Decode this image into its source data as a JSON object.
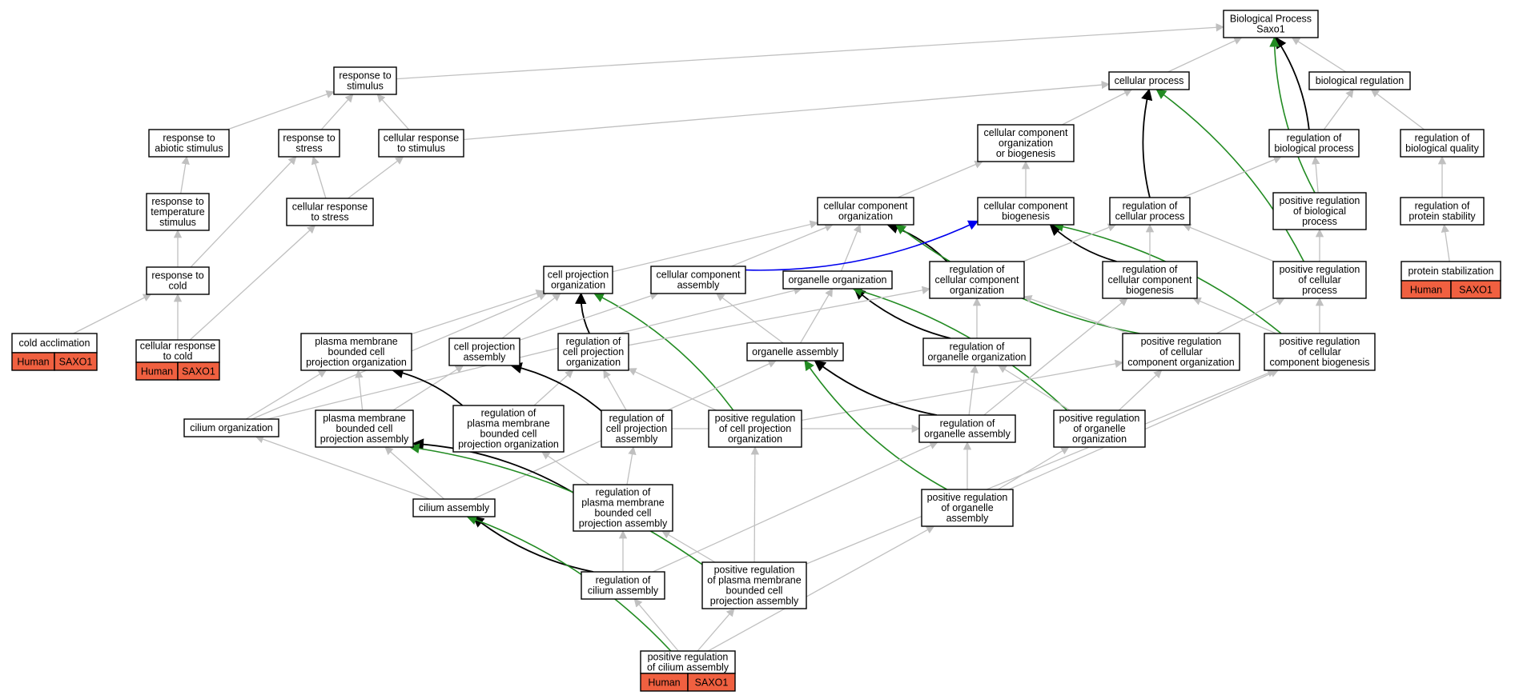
{
  "graph": {
    "colors": {
      "gray_edge": "#c0c0c0",
      "black_edge": "#000000",
      "green_edge": "#228b22",
      "blue_edge": "#0000ee",
      "annotation_fill": "#f06040"
    },
    "nodes": [
      {
        "id": "bp",
        "lines": [
          "Biological Process",
          "Saxo1"
        ]
      },
      {
        "id": "cp",
        "lines": [
          "cellular process"
        ]
      },
      {
        "id": "breg",
        "lines": [
          "biological regulation"
        ]
      },
      {
        "id": "rts",
        "lines": [
          "response to",
          "stimulus"
        ]
      },
      {
        "id": "rabs",
        "lines": [
          "response to",
          "abiotic stimulus"
        ]
      },
      {
        "id": "rstress",
        "lines": [
          "response to",
          "stress"
        ]
      },
      {
        "id": "crs",
        "lines": [
          "cellular response",
          "to stimulus"
        ]
      },
      {
        "id": "rtemp",
        "lines": [
          "response to",
          "temperature",
          "stimulus"
        ]
      },
      {
        "id": "crstress",
        "lines": [
          "cellular response",
          "to stress"
        ]
      },
      {
        "id": "rcold",
        "lines": [
          "response to",
          "cold"
        ]
      },
      {
        "id": "ccold",
        "lines": [
          "cellular response",
          "to cold"
        ],
        "tags": [
          "Human",
          "SAXO1"
        ]
      },
      {
        "id": "cacc",
        "lines": [
          "cold acclimation"
        ],
        "tags": [
          "Human",
          "SAXO1"
        ]
      },
      {
        "id": "ccob",
        "lines": [
          "cellular component",
          "organization",
          "or biogenesis"
        ]
      },
      {
        "id": "rbp",
        "lines": [
          "regulation of",
          "biological process"
        ]
      },
      {
        "id": "rbq",
        "lines": [
          "regulation of",
          "biological quality"
        ]
      },
      {
        "id": "cco",
        "lines": [
          "cellular component",
          "organization"
        ]
      },
      {
        "id": "ccb",
        "lines": [
          "cellular component",
          "biogenesis"
        ]
      },
      {
        "id": "rcp",
        "lines": [
          "regulation of",
          "cellular process"
        ]
      },
      {
        "id": "prbp",
        "lines": [
          "positive regulation",
          "of biological",
          "process"
        ]
      },
      {
        "id": "rps",
        "lines": [
          "regulation of",
          "protein stability"
        ]
      },
      {
        "id": "pstab",
        "lines": [
          "protein stabilization"
        ],
        "tags": [
          "Human",
          "SAXO1"
        ]
      },
      {
        "id": "cpo",
        "lines": [
          "cell projection",
          "organization"
        ]
      },
      {
        "id": "cca",
        "lines": [
          "cellular component",
          "assembly"
        ]
      },
      {
        "id": "oo",
        "lines": [
          "organelle organization"
        ]
      },
      {
        "id": "rcco",
        "lines": [
          "regulation of",
          "cellular component",
          "organization"
        ]
      },
      {
        "id": "rccb",
        "lines": [
          "regulation of",
          "cellular component",
          "biogenesis"
        ]
      },
      {
        "id": "prcp",
        "lines": [
          "positive regulation",
          "of cellular",
          "process"
        ]
      },
      {
        "id": "pmbcpo",
        "lines": [
          "plasma membrane",
          "bounded cell",
          "projection organization"
        ]
      },
      {
        "id": "cpa",
        "lines": [
          "cell projection",
          "assembly"
        ]
      },
      {
        "id": "rcpo",
        "lines": [
          "regulation of",
          "cell projection",
          "organization"
        ]
      },
      {
        "id": "oa",
        "lines": [
          "organelle assembly"
        ]
      },
      {
        "id": "roo",
        "lines": [
          "regulation of",
          "organelle organization"
        ]
      },
      {
        "id": "prcco",
        "lines": [
          "positive regulation",
          "of cellular",
          "component organization"
        ]
      },
      {
        "id": "prccb",
        "lines": [
          "positive regulation",
          "of cellular",
          "component biogenesis"
        ]
      },
      {
        "id": "co",
        "lines": [
          "cilium organization"
        ]
      },
      {
        "id": "pmbcpa",
        "lines": [
          "plasma membrane",
          "bounded cell",
          "projection assembly"
        ]
      },
      {
        "id": "rpmbcpo",
        "lines": [
          "regulation of",
          "plasma membrane",
          "bounded cell",
          "projection organization"
        ]
      },
      {
        "id": "rcpa",
        "lines": [
          "regulation of",
          "cell projection",
          "assembly"
        ]
      },
      {
        "id": "prcpo",
        "lines": [
          "positive regulation",
          "of cell projection",
          "organization"
        ]
      },
      {
        "id": "roa",
        "lines": [
          "regulation of",
          "organelle assembly"
        ]
      },
      {
        "id": "proo",
        "lines": [
          "positive regulation",
          "of organelle",
          "organization"
        ]
      },
      {
        "id": "ca",
        "lines": [
          "cilium assembly"
        ]
      },
      {
        "id": "rpmbcpa",
        "lines": [
          "regulation of",
          "plasma membrane",
          "bounded cell",
          "projection assembly"
        ]
      },
      {
        "id": "proa",
        "lines": [
          "positive regulation",
          "of organelle",
          "assembly"
        ]
      },
      {
        "id": "rca",
        "lines": [
          "regulation of",
          "cilium assembly"
        ]
      },
      {
        "id": "prpmbcpa",
        "lines": [
          "positive regulation",
          "of plasma membrane",
          "bounded cell",
          "projection assembly"
        ]
      },
      {
        "id": "prca",
        "lines": [
          "positive regulation",
          "of cilium assembly"
        ],
        "tags": [
          "Human",
          "SAXO1"
        ]
      }
    ],
    "edges": [
      {
        "from": "cp",
        "to": "bp",
        "type": "is_a"
      },
      {
        "from": "breg",
        "to": "bp",
        "type": "is_a"
      },
      {
        "from": "rts",
        "to": "bp",
        "type": "is_a"
      },
      {
        "from": "rbp",
        "to": "bp",
        "type": "regulates"
      },
      {
        "from": "prbp",
        "to": "bp",
        "type": "positively_regulates"
      },
      {
        "from": "rbp",
        "to": "breg",
        "type": "is_a"
      },
      {
        "from": "rbq",
        "to": "breg",
        "type": "is_a"
      },
      {
        "from": "rabs",
        "to": "rts",
        "type": "is_a"
      },
      {
        "from": "rstress",
        "to": "rts",
        "type": "is_a"
      },
      {
        "from": "crs",
        "to": "rts",
        "type": "is_a"
      },
      {
        "from": "crs",
        "to": "cp",
        "type": "is_a"
      },
      {
        "from": "ccob",
        "to": "cp",
        "type": "is_a"
      },
      {
        "from": "rcp",
        "to": "cp",
        "type": "regulates"
      },
      {
        "from": "prcp",
        "to": "cp",
        "type": "positively_regulates"
      },
      {
        "from": "rtemp",
        "to": "rabs",
        "type": "is_a"
      },
      {
        "from": "crstress",
        "to": "rstress",
        "type": "is_a"
      },
      {
        "from": "crstress",
        "to": "crs",
        "type": "is_a"
      },
      {
        "from": "rcold",
        "to": "rtemp",
        "type": "is_a"
      },
      {
        "from": "rcold",
        "to": "rstress",
        "type": "is_a"
      },
      {
        "from": "ccold",
        "to": "rcold",
        "type": "is_a"
      },
      {
        "from": "ccold",
        "to": "crstress",
        "type": "is_a"
      },
      {
        "from": "cacc",
        "to": "rcold",
        "type": "is_a"
      },
      {
        "from": "cco",
        "to": "ccob",
        "type": "is_a"
      },
      {
        "from": "ccb",
        "to": "ccob",
        "type": "is_a"
      },
      {
        "from": "rcp",
        "to": "rbp",
        "type": "is_a"
      },
      {
        "from": "prbp",
        "to": "rbp",
        "type": "is_a"
      },
      {
        "from": "rps",
        "to": "rbq",
        "type": "is_a"
      },
      {
        "from": "pstab",
        "to": "rps",
        "type": "is_a"
      },
      {
        "from": "cpo",
        "to": "cco",
        "type": "is_a"
      },
      {
        "from": "cca",
        "to": "cco",
        "type": "is_a"
      },
      {
        "from": "oo",
        "to": "cco",
        "type": "is_a"
      },
      {
        "from": "rcco",
        "to": "cco",
        "type": "regulates"
      },
      {
        "from": "prcco",
        "to": "cco",
        "type": "positively_regulates"
      },
      {
        "from": "cca",
        "to": "ccb",
        "type": "part_of"
      },
      {
        "from": "rccb",
        "to": "ccb",
        "type": "regulates"
      },
      {
        "from": "prccb",
        "to": "ccb",
        "type": "positively_regulates"
      },
      {
        "from": "rcco",
        "to": "rcp",
        "type": "is_a"
      },
      {
        "from": "rccb",
        "to": "rcp",
        "type": "is_a"
      },
      {
        "from": "prcp",
        "to": "rcp",
        "type": "is_a"
      },
      {
        "from": "prcp",
        "to": "prbp",
        "type": "is_a"
      },
      {
        "from": "pmbcpo",
        "to": "cpo",
        "type": "is_a"
      },
      {
        "from": "cpa",
        "to": "cpo",
        "type": "is_a"
      },
      {
        "from": "rcpo",
        "to": "cpo",
        "type": "regulates"
      },
      {
        "from": "prcpo",
        "to": "cpo",
        "type": "positively_regulates"
      },
      {
        "from": "cpa",
        "to": "cca",
        "type": "is_a"
      },
      {
        "from": "oa",
        "to": "cca",
        "type": "is_a"
      },
      {
        "from": "oa",
        "to": "oo",
        "type": "is_a"
      },
      {
        "from": "co",
        "to": "oo",
        "type": "is_a"
      },
      {
        "from": "roo",
        "to": "oo",
        "type": "regulates"
      },
      {
        "from": "proo",
        "to": "oo",
        "type": "positively_regulates"
      },
      {
        "from": "roo",
        "to": "rcco",
        "type": "is_a"
      },
      {
        "from": "prcco",
        "to": "rcco",
        "type": "is_a"
      },
      {
        "from": "prcco",
        "to": "prcp",
        "type": "is_a"
      },
      {
        "from": "prccb",
        "to": "rccb",
        "type": "is_a"
      },
      {
        "from": "prccb",
        "to": "prcp",
        "type": "is_a"
      },
      {
        "from": "roa",
        "to": "rccb",
        "type": "is_a"
      },
      {
        "from": "rcpo",
        "to": "rcco",
        "type": "is_a"
      },
      {
        "from": "co",
        "to": "cpo",
        "type": "is_a"
      },
      {
        "from": "co",
        "to": "pmbcpo",
        "type": "is_a"
      },
      {
        "from": "pmbcpa",
        "to": "pmbcpo",
        "type": "is_a"
      },
      {
        "from": "pmbcpa",
        "to": "cpa",
        "type": "is_a"
      },
      {
        "from": "rpmbcpo",
        "to": "pmbcpo",
        "type": "regulates"
      },
      {
        "from": "rpmbcpo",
        "to": "rcpo",
        "type": "is_a"
      },
      {
        "from": "rcpa",
        "to": "cpa",
        "type": "regulates"
      },
      {
        "from": "rcpa",
        "to": "rcpo",
        "type": "is_a"
      },
      {
        "from": "rcpa",
        "to": "roa",
        "type": "is_a"
      },
      {
        "from": "prcpo",
        "to": "rcpo",
        "type": "is_a"
      },
      {
        "from": "prcpo",
        "to": "prcco",
        "type": "is_a"
      },
      {
        "from": "roa",
        "to": "oa",
        "type": "regulates"
      },
      {
        "from": "roa",
        "to": "roo",
        "type": "is_a"
      },
      {
        "from": "proo",
        "to": "roo",
        "type": "is_a"
      },
      {
        "from": "proo",
        "to": "prcco",
        "type": "is_a"
      },
      {
        "from": "ca",
        "to": "co",
        "type": "is_a"
      },
      {
        "from": "ca",
        "to": "pmbcpa",
        "type": "is_a"
      },
      {
        "from": "ca",
        "to": "oa",
        "type": "is_a"
      },
      {
        "from": "rpmbcpa",
        "to": "pmbcpa",
        "type": "regulates"
      },
      {
        "from": "rpmbcpa",
        "to": "rpmbcpo",
        "type": "is_a"
      },
      {
        "from": "rpmbcpa",
        "to": "rcpa",
        "type": "is_a"
      },
      {
        "from": "proa",
        "to": "oa",
        "type": "positively_regulates"
      },
      {
        "from": "proa",
        "to": "roa",
        "type": "is_a"
      },
      {
        "from": "proa",
        "to": "proo",
        "type": "is_a"
      },
      {
        "from": "proa",
        "to": "prccb",
        "type": "is_a"
      },
      {
        "from": "rca",
        "to": "ca",
        "type": "regulates"
      },
      {
        "from": "rca",
        "to": "rpmbcpa",
        "type": "is_a"
      },
      {
        "from": "rca",
        "to": "roa",
        "type": "is_a"
      },
      {
        "from": "prpmbcpa",
        "to": "pmbcpa",
        "type": "positively_regulates"
      },
      {
        "from": "prpmbcpa",
        "to": "rpmbcpa",
        "type": "is_a"
      },
      {
        "from": "prpmbcpa",
        "to": "prcpo",
        "type": "is_a"
      },
      {
        "from": "prpmbcpa",
        "to": "prccb",
        "type": "is_a"
      },
      {
        "from": "prca",
        "to": "ca",
        "type": "positively_regulates"
      },
      {
        "from": "prca",
        "to": "rca",
        "type": "is_a"
      },
      {
        "from": "prca",
        "to": "prpmbcpa",
        "type": "is_a"
      },
      {
        "from": "prca",
        "to": "proa",
        "type": "is_a"
      }
    ]
  }
}
